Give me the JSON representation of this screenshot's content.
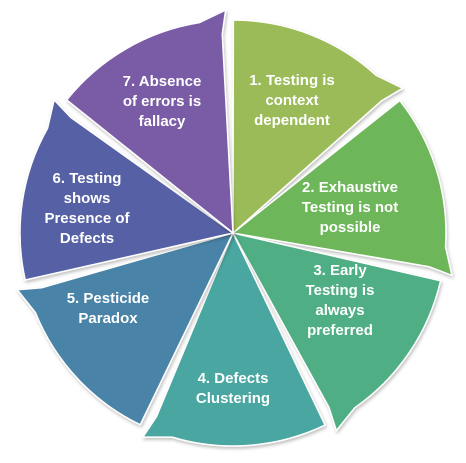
{
  "diagram": {
    "segments": [
      {
        "lines": [
          "1. Testing is",
          "context",
          "dependent"
        ],
        "color": "#9bbb59"
      },
      {
        "lines": [
          "2. Exhaustive",
          "Testing is not",
          "possible"
        ],
        "color": "#6db65a"
      },
      {
        "lines": [
          "3. Early",
          "Testing is",
          "always",
          "preferred"
        ],
        "color": "#4fae84"
      },
      {
        "lines": [
          "4. Defects",
          "Clustering"
        ],
        "color": "#4aa6a0"
      },
      {
        "lines": [
          "5. Pesticide",
          "Paradox"
        ],
        "color": "#4a84a8"
      },
      {
        "lines": [
          "6. Testing",
          "shows",
          "Presence of",
          "Defects"
        ],
        "color": "#5661a5"
      },
      {
        "lines": [
          "7. Absence",
          "of errors is",
          "fallacy"
        ],
        "color": "#7a5ba6"
      }
    ]
  }
}
